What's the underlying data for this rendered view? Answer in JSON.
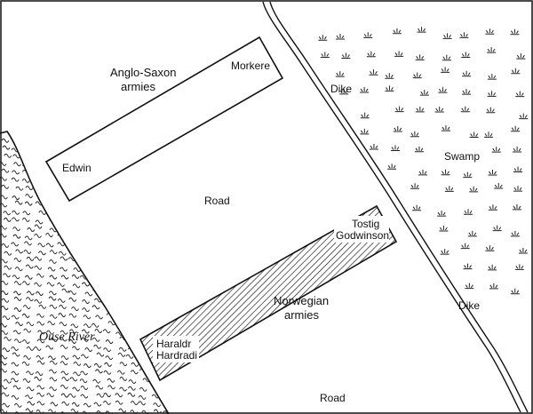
{
  "map": {
    "labels": {
      "anglo_saxon_line1": "Anglo-Saxon",
      "anglo_saxon_line2": "armies",
      "morkere": "Morkere",
      "edwin": "Edwin",
      "dike_top": "Dike",
      "dike_bottom": "Dike",
      "swamp": "Swamp",
      "road_center": "Road",
      "road_bottom": "Road",
      "tostig_line1": "Tostig",
      "tostig_line2": "Godwinson",
      "norwegian_line1": "Norwegian",
      "norwegian_line2": "armies",
      "haraldr_line1": "Haraldr",
      "haraldr_line2": "Hardradi",
      "river": "Ouse River"
    },
    "colors": {
      "ink": "#111111",
      "paper": "#ffffff"
    }
  }
}
